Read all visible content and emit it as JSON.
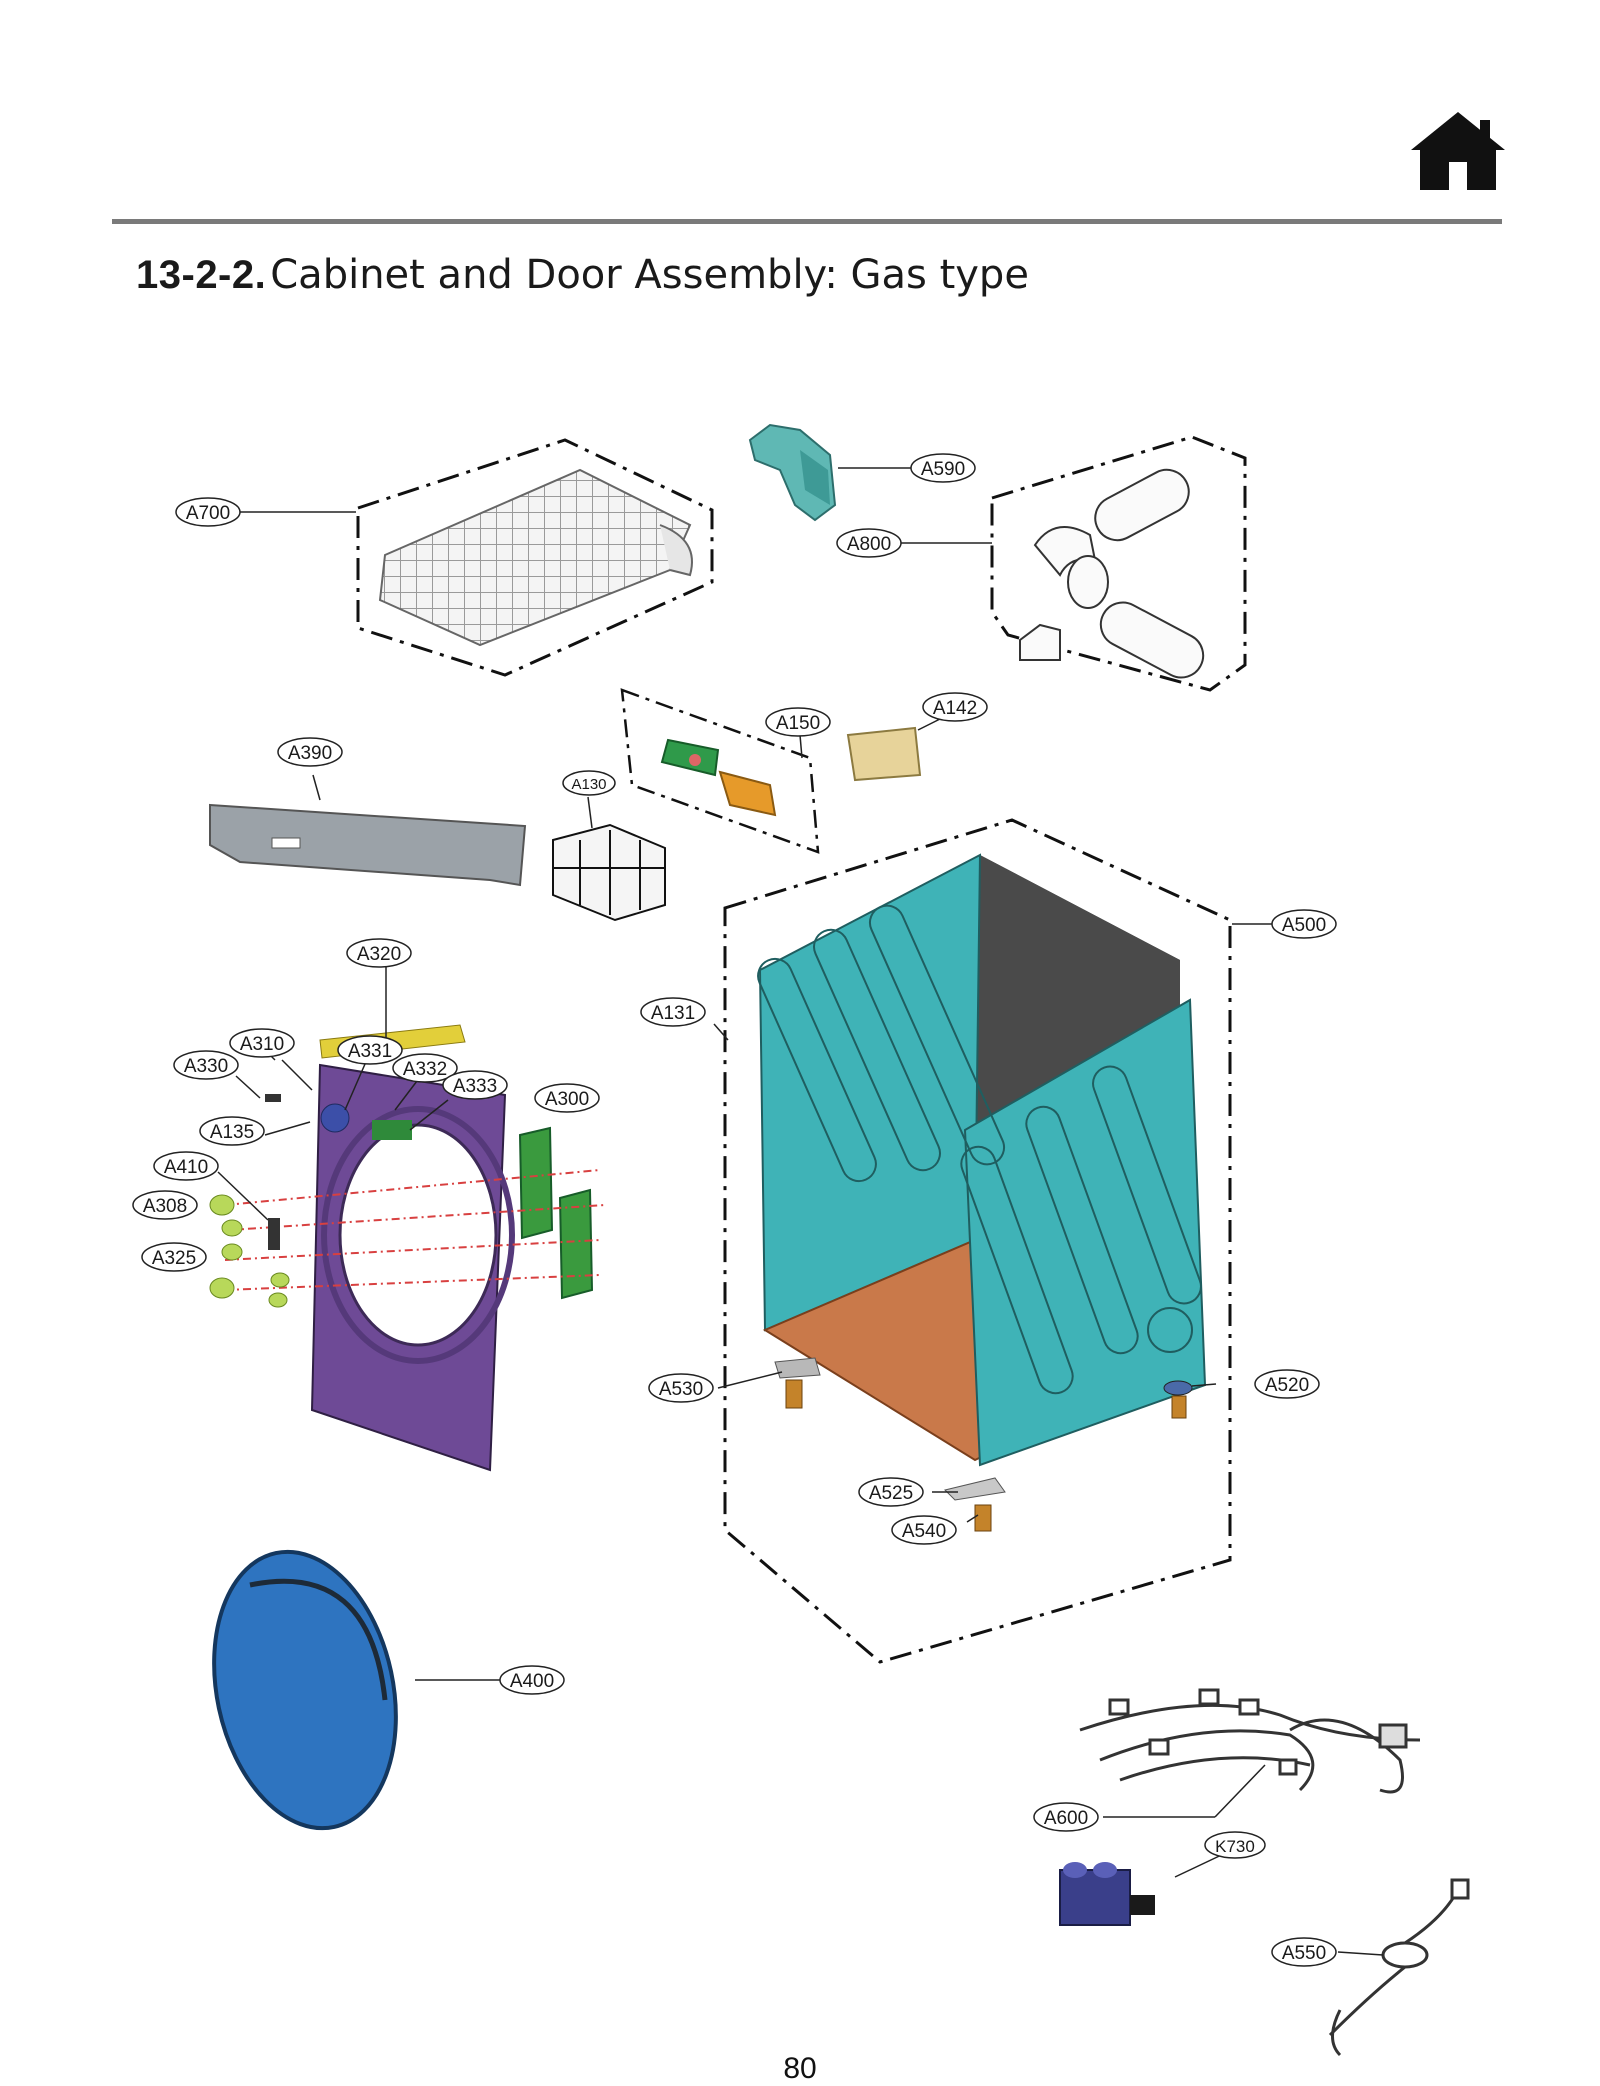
{
  "header": {
    "home_icon": "home-icon",
    "section_number": "13-2-2.",
    "section_title": "Cabinet and Door Assembly: Gas type"
  },
  "callouts": {
    "A700": "A700",
    "A590": "A590",
    "A800": "A800",
    "A150": "A150",
    "A142": "A142",
    "A390": "A390",
    "A130": "A130",
    "A500": "A500",
    "A320": "A320",
    "A131": "A131",
    "A310": "A310",
    "A331": "A331",
    "A330": "A330",
    "A332": "A332",
    "A333": "A333",
    "A300": "A300",
    "A135": "A135",
    "A410": "A410",
    "A308": "A308",
    "A325": "A325",
    "A530": "A530",
    "A520": "A520",
    "A525": "A525",
    "A540": "A540",
    "A400": "A400",
    "A600": "A600",
    "K730": "K730",
    "A550": "A550"
  },
  "colors": {
    "cabinet": "#3fb3b7",
    "front_panel": "#6e4a96",
    "door": "#2e74c0",
    "base": "#c9794a",
    "bracket": "#3a9a3e",
    "top_rule": "#7a7a7a"
  },
  "footer": {
    "page_number": "80"
  }
}
